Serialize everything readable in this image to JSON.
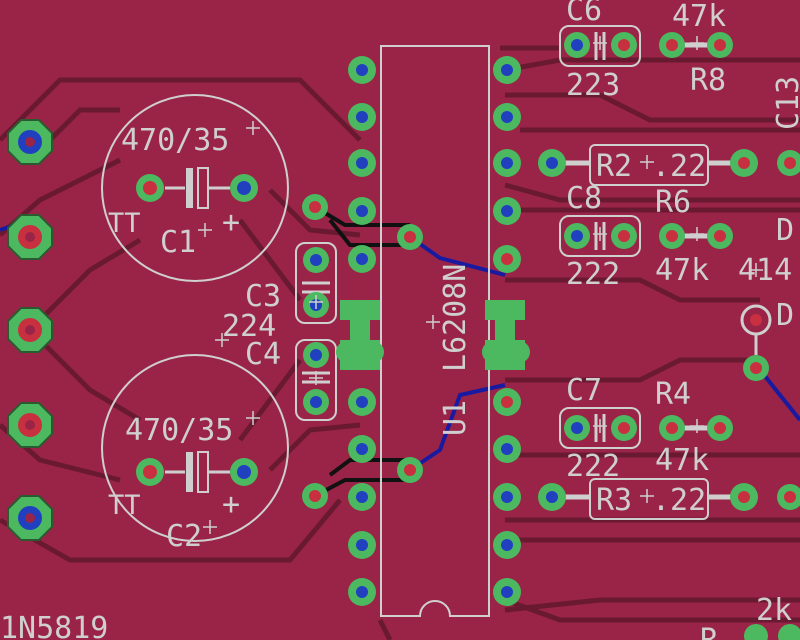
{
  "board": {
    "colors": {
      "background": "#9a2447",
      "copper_trace": "#6a1a30",
      "blue_trace": "#1a1aa0",
      "black_trace": "#111111",
      "silkscreen": "#cfcfcf",
      "pad_green": "#4cb860",
      "pad_blue": "#2040c0",
      "pad_red": "#c83040"
    },
    "ic": {
      "part": "L6208N",
      "ref": "U1"
    },
    "caps_electrolytic": [
      {
        "ref": "C1",
        "value": "470/35",
        "marking": "TT",
        "plus": "+"
      },
      {
        "ref": "C2",
        "value": "470/35",
        "marking": "TT",
        "plus": "+"
      }
    ],
    "caps_small": [
      {
        "ref": "C3",
        "value": "224"
      },
      {
        "ref": "C4",
        "value": ""
      },
      {
        "ref": "C6",
        "value": "223"
      },
      {
        "ref": "C8",
        "value": "222"
      },
      {
        "ref": "C7",
        "value": "222"
      }
    ],
    "resistors": [
      {
        "ref": "R8",
        "value": "47k"
      },
      {
        "ref": "R2",
        "value": ".22"
      },
      {
        "ref": "R6",
        "value": "47k"
      },
      {
        "ref": "R4",
        "value": "47k"
      },
      {
        "ref": "R3",
        "value": ".22"
      },
      {
        "ref": "R_partial",
        "value": "2k"
      }
    ],
    "misc_labels": {
      "diode": "1N5819",
      "c13_partial": "C13",
      "d_partial_1": "D",
      "d_partial_2": "D",
      "n414_partial": "414",
      "r_partial_bottom": "R"
    }
  }
}
